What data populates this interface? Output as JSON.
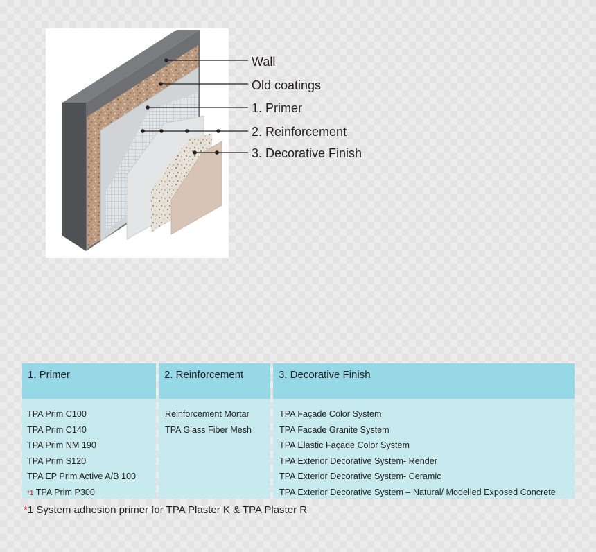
{
  "callouts": {
    "wall": "Wall",
    "old_coatings": "Old coatings",
    "primer": "1. Primer",
    "reinforcement": "2. Reinforcement",
    "decorative_finish": "3. Decorative Finish"
  },
  "table": {
    "columns": [
      {
        "header": "1. Primer",
        "items": [
          "TPA Prim C100",
          "TPA Prim C140",
          "TPA Prim NM 190",
          "TPA Prim S120",
          "TPA EP Prim Active A/B 100"
        ],
        "marked_item": {
          "mark": "*1",
          "label": "TPA Prim P300"
        }
      },
      {
        "header": "2. Reinforcement",
        "items": [
          "Reinforcement Mortar",
          "TPA Glass Fiber Mesh"
        ]
      },
      {
        "header": "3. Decorative Finish",
        "items": [
          "TPA Façade Color System",
          "TPA Facade Granite System",
          "TPA Elastic Façade Color System",
          "TPA Exterior Decorative System- Render",
          "TPA Exterior Decorative System- Ceramic",
          "TPA Exterior Decorative System – Natural/ Modelled Exposed Concrete"
        ]
      }
    ]
  },
  "footnote": {
    "mark": "*",
    "text": "1 System adhesion primer for TPA Plaster K & TPA Plaster R"
  },
  "colors": {
    "header_bg": "#97d8e7",
    "body_bg": "#c7eaee",
    "footnote_mark": "#d7191f"
  }
}
